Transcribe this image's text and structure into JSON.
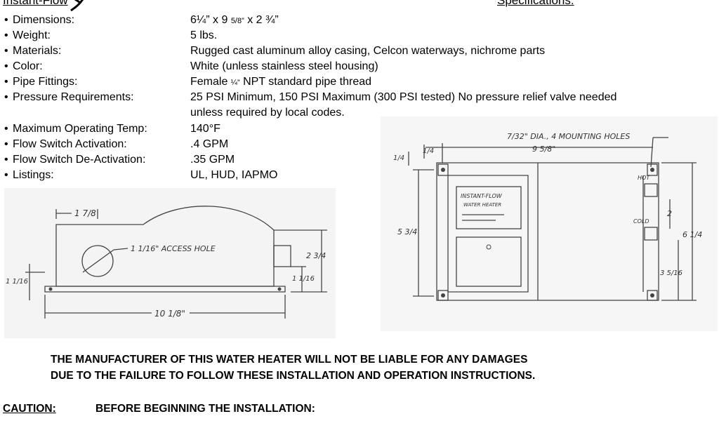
{
  "header": {
    "brand": "Instant-Flow",
    "section_title": "Specifications:"
  },
  "specs": [
    {
      "label": "Dimensions:",
      "value_main": "6¼” x 9 ",
      "value_small": "5/8”",
      "value_tail": " x 2 ¾”"
    },
    {
      "label": "Weight:",
      "value": "5 lbs."
    },
    {
      "label": "Materials:",
      "value": "Rugged cast aluminum alloy casing, Celcon waterways, nichrome parts"
    },
    {
      "label": "Color:",
      "value": "White (unless stainless steel housing)"
    },
    {
      "label": "Pipe Fittings:",
      "value_main": "Female ",
      "value_small": "¼”",
      "value_tail": " NPT standard pipe thread"
    },
    {
      "label": "Pressure Requirements:",
      "value": "25 PSI Minimum, 150 PSI Maximum (300 PSI tested) No pressure relief valve needed",
      "value_line2": "unless required by local codes."
    },
    {
      "label": "Maximum Operating Temp:",
      "value": "140°F"
    },
    {
      "label": "Flow Switch Activation:",
      "value": ".4 GPM"
    },
    {
      "label": "Flow Switch De-Activation:",
      "value": ".35 GPM"
    },
    {
      "label": "Listings:",
      "value": "UL, HUD, IAPMO"
    }
  ],
  "side_drawing": {
    "dim_top": "1 7/8",
    "access_hole": "1 1/16\" ACCESS HOLE",
    "dim_height": "2 3/4",
    "dim_fitting": "1 1/16",
    "dim_base": "1 1/16",
    "dim_length": "10 1/8\""
  },
  "top_drawing": {
    "mounting_holes": "7/32\" DIA., 4 MOUNTING HOLES",
    "dim_width": "9 5/8\"",
    "dim_quarter_a": "1/4",
    "dim_quarter_b": "1/4",
    "plate_line1": "INSTANT-FLOW",
    "plate_line2": "WATER HEATER",
    "dim_left": "5 3/4",
    "hot_label": "HOT",
    "cold_label": "COLD",
    "dim_two": "2",
    "dim_right": "6 1/4",
    "dim_lower_right": "3 5/16"
  },
  "disclaimer": {
    "line1": "THE MANUFACTURER OF THIS WATER HEATER WILL NOT BE LIABLE FOR ANY DAMAGES",
    "line2": "DUE TO THE FAILURE TO FOLLOW THESE INSTALLATION AND OPERATION INSTRUCTIONS."
  },
  "caution": {
    "label": "CAUTION:",
    "text": "BEFORE BEGINNING THE INSTALLATION:"
  }
}
